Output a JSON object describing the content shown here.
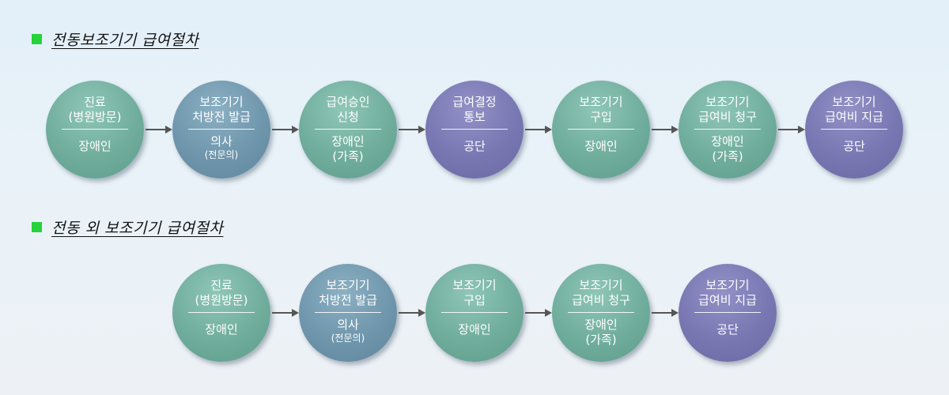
{
  "section1": {
    "title": "전동보조기기 급여절차",
    "nodes": [
      {
        "top1": "진료",
        "top2": "(병원방문)",
        "bottom1": "장애인",
        "bottom2": ""
      },
      {
        "top1": "보조기기",
        "top2": "처방전 발급",
        "bottom1": "의사",
        "bottom2": "(전문의)"
      },
      {
        "top1": "급여승인",
        "top2": "신청",
        "bottom1": "장애인",
        "bottom2": "(가족)"
      },
      {
        "top1": "급여결정",
        "top2": "통보",
        "bottom1": "공단",
        "bottom2": ""
      },
      {
        "top1": "보조기기",
        "top2": "구입",
        "bottom1": "장애인",
        "bottom2": ""
      },
      {
        "top1": "보조기기",
        "top2": "급여비 청구",
        "bottom1": "장애인",
        "bottom2": "(가족)"
      },
      {
        "top1": "보조기기",
        "top2": "급여비 지급",
        "bottom1": "공단",
        "bottom2": ""
      }
    ]
  },
  "section2": {
    "title": "전동 외 보조기기 급여절차",
    "nodes": [
      {
        "top1": "진료",
        "top2": "(병원방문)",
        "bottom1": "장애인",
        "bottom2": ""
      },
      {
        "top1": "보조기기",
        "top2": "처방전 발급",
        "bottom1": "의사",
        "bottom2": "(전문의)"
      },
      {
        "top1": "보조기기",
        "top2": "구입",
        "bottom1": "장애인",
        "bottom2": ""
      },
      {
        "top1": "보조기기",
        "top2": "급여비 청구",
        "bottom1": "장애인",
        "bottom2": "(가족)"
      },
      {
        "top1": "보조기기",
        "top2": "급여비 지급",
        "bottom1": "공단",
        "bottom2": ""
      }
    ]
  },
  "colors": {
    "bullet": "#27d33a",
    "teal": "#70ad9c",
    "blue": "#6f96ac",
    "purple": "#7877b2",
    "arrow": "#555555"
  }
}
